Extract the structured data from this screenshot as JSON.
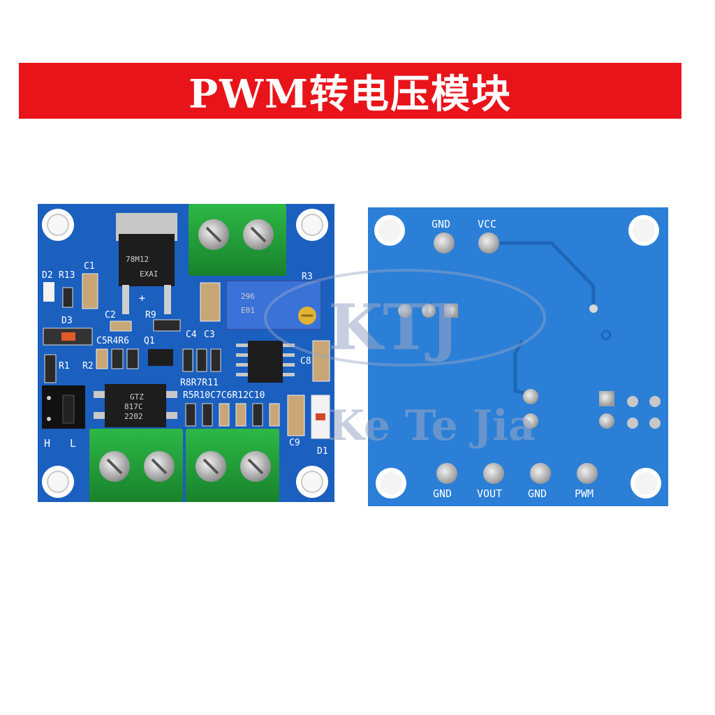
{
  "banner": {
    "title": "PWM转电压模块"
  },
  "colors": {
    "banner": "#e8141a",
    "pcb": "#1b5fbf",
    "terminal": "#22a03a",
    "screw": "#c8c8c8",
    "silkscreen": "#ffffff"
  },
  "front_board": {
    "regulator_marking": [
      "78M12",
      "EXAI"
    ],
    "optocoupler_marking": [
      "GTZ",
      "817C",
      "2202"
    ],
    "trimpot_marking": [
      "296",
      "E01"
    ],
    "jumper_labels": {
      "high": "H",
      "low": "L"
    },
    "labels": {
      "d2": "D2",
      "r13": "R13",
      "c1": "C1",
      "d3": "D3",
      "c2": "C2",
      "r9": "R9",
      "c4": "C4",
      "c3": "C3",
      "r3": "R3",
      "c5r4r6": "C5R4R6",
      "q1": "Q1",
      "r1": "R1",
      "r2": "R2",
      "r8r7r11": "R8R7R11",
      "c8": "C8",
      "r5r10": "R5R10C7C6R12C10",
      "c9": "C9",
      "d1": "D1",
      "plus": "+"
    }
  },
  "back_board": {
    "top_pins": [
      "GND",
      "VCC"
    ],
    "bottom_pins": [
      "GND",
      "VOUT",
      "GND",
      "PWM"
    ]
  },
  "watermark": {
    "logo": "KTJ",
    "text": "Ke Te Jia"
  }
}
